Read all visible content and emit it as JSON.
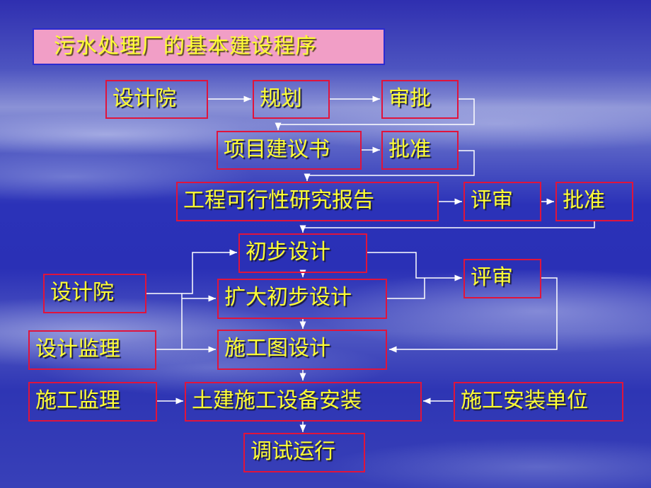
{
  "title": "污水处理厂的基本建设程序",
  "nodes": {
    "design_institute_1": "设计院",
    "planning": "规划",
    "approval_1": "审批",
    "project_proposal": "项目建议书",
    "approval_2": "批准",
    "feasibility_report": "工程可行性研究报告",
    "review_1": "评审",
    "approval_3": "批准",
    "preliminary_design": "初步设计",
    "design_institute_2": "设计院",
    "expanded_preliminary_design": "扩大初步设计",
    "review_2": "评审",
    "design_supervision": "设计监理",
    "construction_drawing_design": "施工图设计",
    "construction_supervision": "施工监理",
    "civil_equipment_installation": "土建施工设备安装",
    "construction_installation_unit": "施工安装单位",
    "commissioning": "调试运行"
  },
  "colors": {
    "box_border": "#e0143c",
    "text": "#ffff33",
    "title_bg": "#f19ec6",
    "title_border": "#2b2bd0",
    "connector": "#ffffff"
  }
}
